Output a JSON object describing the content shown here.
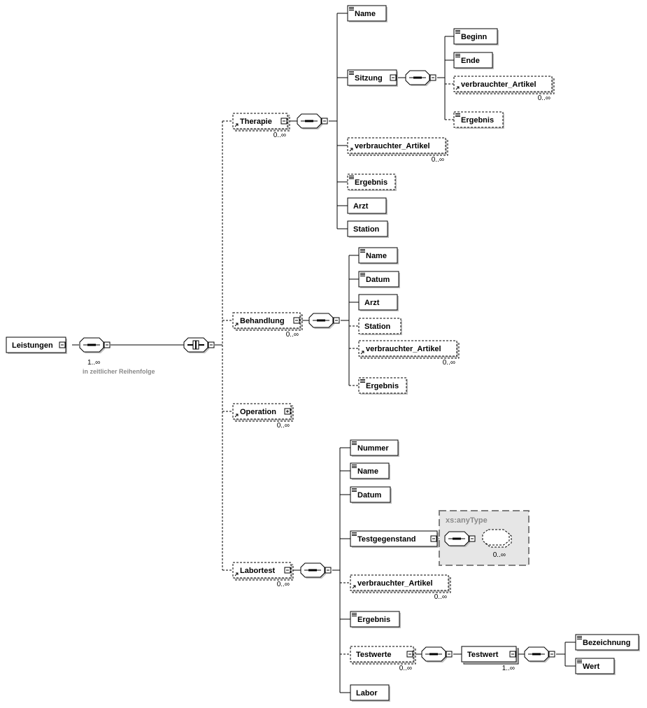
{
  "labels": {
    "leistungen": "Leistungen",
    "therapie": "Therapie",
    "name1": "Name",
    "sitzung": "Sitzung",
    "beginn": "Beginn",
    "ende": "Ende",
    "va_sitzung": "verbrauchter_Artikel",
    "ergebnis_sitzung": "Ergebnis",
    "va_therapie": "verbrauchter_Artikel",
    "ergebnis_therapie": "Ergebnis",
    "arzt_therapie": "Arzt",
    "station_therapie": "Station",
    "behandlung": "Behandlung",
    "name_beh": "Name",
    "datum_beh": "Datum",
    "arzt_beh": "Arzt",
    "station_beh": "Station",
    "va_beh": "verbrauchter_Artikel",
    "ergebnis_beh": "Ergebnis",
    "operation": "Operation",
    "labortest": "Labortest",
    "nummer": "Nummer",
    "name_lab": "Name",
    "datum_lab": "Datum",
    "testgegenstand": "Testgegenstand",
    "anytype": "xs:anyType",
    "va_lab": "verbrauchter_Artikel",
    "ergebnis_lab": "Ergebnis",
    "testwerte": "Testwerte",
    "testwert": "Testwert",
    "bezeichnung": "Bezeichnung",
    "wert": "Wert",
    "labor": "Labor"
  },
  "cardinality": {
    "leistungen_seq": "1..∞",
    "therapie": "0..∞",
    "va_sitzung": "0..∞",
    "va_therapie": "0..∞",
    "behandlung": "0..∞",
    "va_beh": "0..∞",
    "operation": "0..∞",
    "labortest": "0..∞",
    "anytype": "0..∞",
    "va_lab": "0..∞",
    "testwerte": "0..∞",
    "testwert": "1..∞"
  },
  "notes": {
    "leistungen_seq": "in zeitlicher Reihenfolge"
  }
}
